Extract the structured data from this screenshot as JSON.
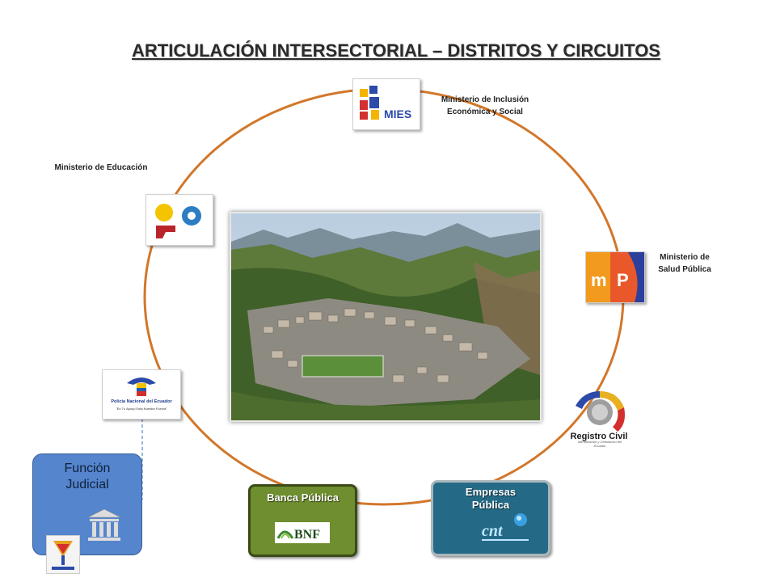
{
  "slide": {
    "title": "ARTICULACIÓN INTERSECTORIAL – DISTRITOS Y CIRCUITOS"
  },
  "colors": {
    "ring": "#d2772a",
    "funcion_judicial_box": "#5585cc",
    "banca_publica_box": "#6f8e2f",
    "empresas_publica_box": "#246a86"
  },
  "nodes": {
    "mies": {
      "label_line1": "Ministerio de  Inclusión",
      "label_line2": "Económica  y Social",
      "logo_text": "MIES"
    },
    "educacion": {
      "label": "Ministerio de  Educación"
    },
    "salud": {
      "label_line1": "Ministerio de",
      "label_line2": "Salud Pública",
      "logo_text_m": "m",
      "logo_text_p": "P"
    },
    "registro_civil": {
      "logo_text": "Registro Civil",
      "logo_subtext": "Identificación y Cedulación del Ecuador"
    },
    "policia": {
      "logo_text": "Policía Nacional del Ecuador",
      "logo_subtext": "\"En Tu Apoyo Está Nuestra Fuerza\""
    },
    "funcion_judicial": {
      "label_line1": "Función",
      "label_line2": "Judicial"
    },
    "banca_publica": {
      "label": "Banca Pública",
      "logo_text": "BNF"
    },
    "empresas_publica": {
      "label_line1": "Empresas",
      "label_line2": "Pública",
      "logo_text": "cnt"
    }
  },
  "icons": [
    "mies-logo-icon",
    "educacion-logo-icon",
    "msp-logo-icon",
    "registro-civil-seal-icon",
    "policia-eagle-icon",
    "courthouse-icon",
    "bnf-logo-icon",
    "cnt-globe-icon"
  ]
}
